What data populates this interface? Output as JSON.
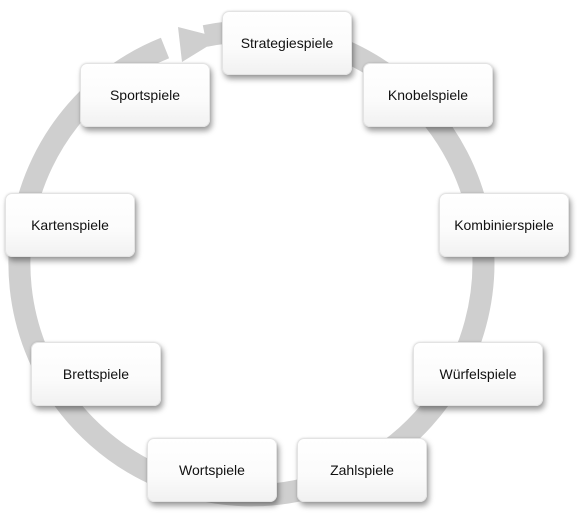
{
  "diagram": {
    "ring_color": "#cfcfcf",
    "box_border_color": "#e3e3e3",
    "text_color": "#111111",
    "nodes": [
      {
        "id": "strategiespiele",
        "label": "Strategiespiele"
      },
      {
        "id": "knobelspiele",
        "label": "Knobelspiele"
      },
      {
        "id": "kombinierspiele",
        "label": "Kombinierspiele"
      },
      {
        "id": "wuerfelspiele",
        "label": "Würfelspiele"
      },
      {
        "id": "zahlspiele",
        "label": "Zahlspiele"
      },
      {
        "id": "wortspiele",
        "label": "Wortspiele"
      },
      {
        "id": "brettspiele",
        "label": "Brettspiele"
      },
      {
        "id": "kartenspiele",
        "label": "Kartenspiele"
      },
      {
        "id": "sportspiele",
        "label": "Sportspiele"
      }
    ]
  }
}
